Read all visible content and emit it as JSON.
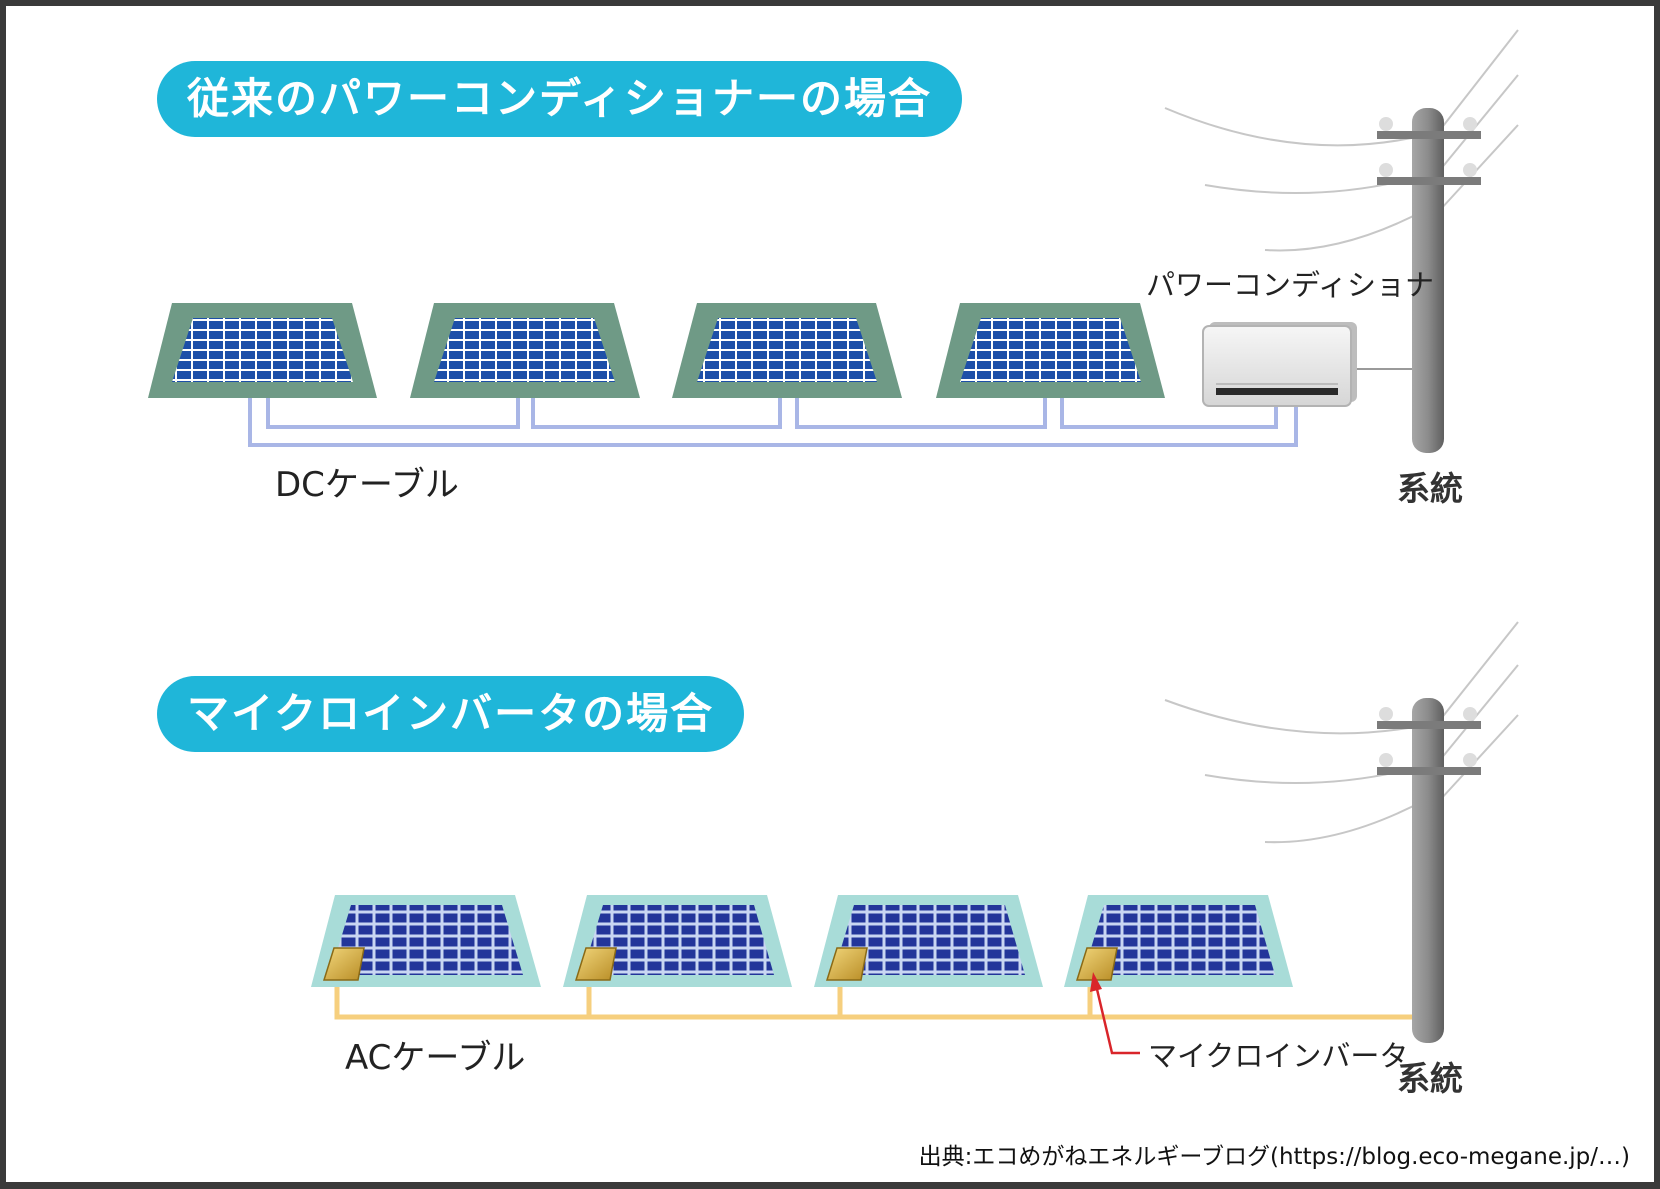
{
  "section_top": {
    "title": "従来のパワーコンディショナーの場合",
    "cable_label": "DCケーブル",
    "device_label": "パワーコンディショナ",
    "grid_label": "系統"
  },
  "section_bottom": {
    "title": "マイクロインバータの場合",
    "cable_label": "ACケーブル",
    "device_label": "マイクロインバータ",
    "grid_label": "系統"
  },
  "source_note": "出典:エコめがねエネルギーブログ(https://blog.eco-megane.jp/…)",
  "colors": {
    "title_pill": "#1fb6d9",
    "dc_cable": "#a9b6e6",
    "ac_cable": "#f6cf7e",
    "panel_frame_top": "#6f9a86",
    "panel_frame_bottom": "#a8dcd8",
    "panel_cell": "#1d4fa8",
    "micro_inverter": "#d3ac3e",
    "pointer_arrow": "#d9252a",
    "pole": "#8a8a8a",
    "wire": "#c7c7c7"
  },
  "icons": [
    "solar-panel-icon",
    "power-conditioner-icon",
    "micro-inverter-icon",
    "utility-pole-icon"
  ]
}
